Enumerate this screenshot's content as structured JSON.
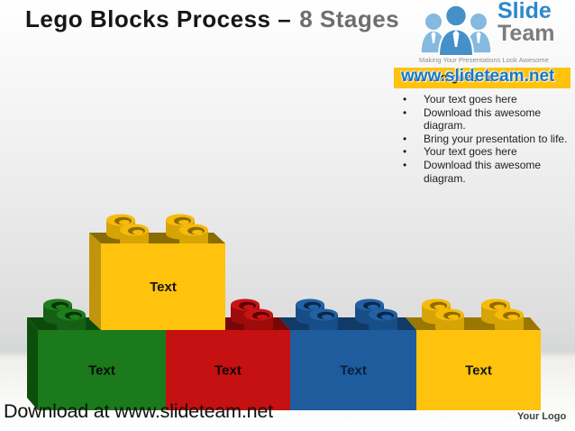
{
  "slide": {
    "title_main": "Lego Blocks Process –",
    "title_suffix": "8 Stages"
  },
  "branding": {
    "logo_word_1": "Slide",
    "logo_word_2": "Team",
    "tagline": "Making Your Presentations Look Awesome",
    "watermark": "www.slideteam.net",
    "footer_download": "Download at www.slideteam.net",
    "footer_logo_placeholder": "Your Logo",
    "logo_blue": "#2c88cc",
    "logo_gray": "#7c7c7c",
    "watermark_blue": "#1877c2"
  },
  "callout": {
    "header": "Your text goes here",
    "header_bg": "#FFC20D",
    "bullets": [
      "Your text goes here",
      "Download this awesome diagram.",
      "Bring your presentation to life.",
      "Your text goes here",
      "Download this awesome diagram."
    ]
  },
  "diagram": {
    "top_block": {
      "name": "top-yellow",
      "label": "Text",
      "front": "#FFC30D",
      "top": "#8A6C00",
      "side": "#C1950B",
      "stud_top": "#F6BB0A",
      "stud_body": "#D7A405",
      "stud_hole": "#8F6B00",
      "label_color": "#151515"
    },
    "bottom_blocks": [
      {
        "name": "green",
        "label": "Text",
        "front": "#1B7A1B",
        "top": "#0C4A0C",
        "side": "#0C4F0C",
        "stud_top": "#1E7E1E",
        "stud_body": "#156015",
        "stud_hole": "#073307",
        "label_color": "#0A0A0A"
      },
      {
        "name": "red",
        "label": "Text",
        "front": "#C51111",
        "top": "#7A0707",
        "side": "#8A0808",
        "stud_top": "#C81414",
        "stud_body": "#9E0B0B",
        "stud_hole": "#5A0303",
        "label_color": "#140202"
      },
      {
        "name": "blue",
        "label": "Text",
        "front": "#1E5C9E",
        "top": "#123A66",
        "side": "#14426F",
        "stud_top": "#2162A4",
        "stud_body": "#174E88",
        "stud_hole": "#0A2747",
        "label_color": "#09203A"
      },
      {
        "name": "yellow",
        "label": "Text",
        "front": "#FFC30D",
        "top": "#997700",
        "side": "#B08A04",
        "stud_top": "#F6BB0A",
        "stud_body": "#D7A405",
        "stud_hole": "#8F6B00",
        "label_color": "#151515"
      }
    ]
  }
}
